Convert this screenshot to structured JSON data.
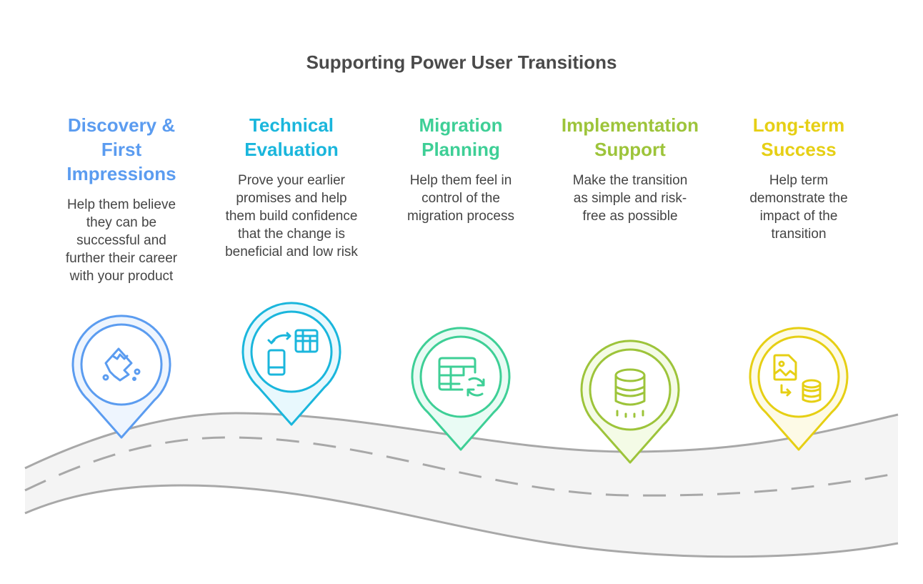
{
  "title": "Supporting Power User Transitions",
  "stages": [
    {
      "heading": "Discovery & First Impressions",
      "description": "Help them believe they can be successful and further their career with your product",
      "color": "#5b9cf0",
      "fill": "#eef5fe",
      "icon": "iceberg-icon"
    },
    {
      "heading": "Technical Evaluation",
      "description": "Prove your earlier promises and help them build confidence that the change is beneficial and low risk",
      "color": "#1ab6dc",
      "fill": "#e8f8fd",
      "icon": "mobile-table-sync-icon"
    },
    {
      "heading": "Migration Planning",
      "description": "Help them feel in control of the migration process",
      "color": "#3ecf96",
      "fill": "#e9fbf4",
      "icon": "table-refresh-icon"
    },
    {
      "heading": "Implementation Support",
      "description": "Make the transition as simple and risk-free as possible",
      "color": "#9dc43a",
      "fill": "#f4fbe6",
      "icon": "database-icon"
    },
    {
      "heading": "Long-term Success",
      "description": "Help term demonstrate the impact of the transition",
      "color": "#e6cf14",
      "fill": "#fdfae6",
      "icon": "file-to-database-icon"
    }
  ]
}
